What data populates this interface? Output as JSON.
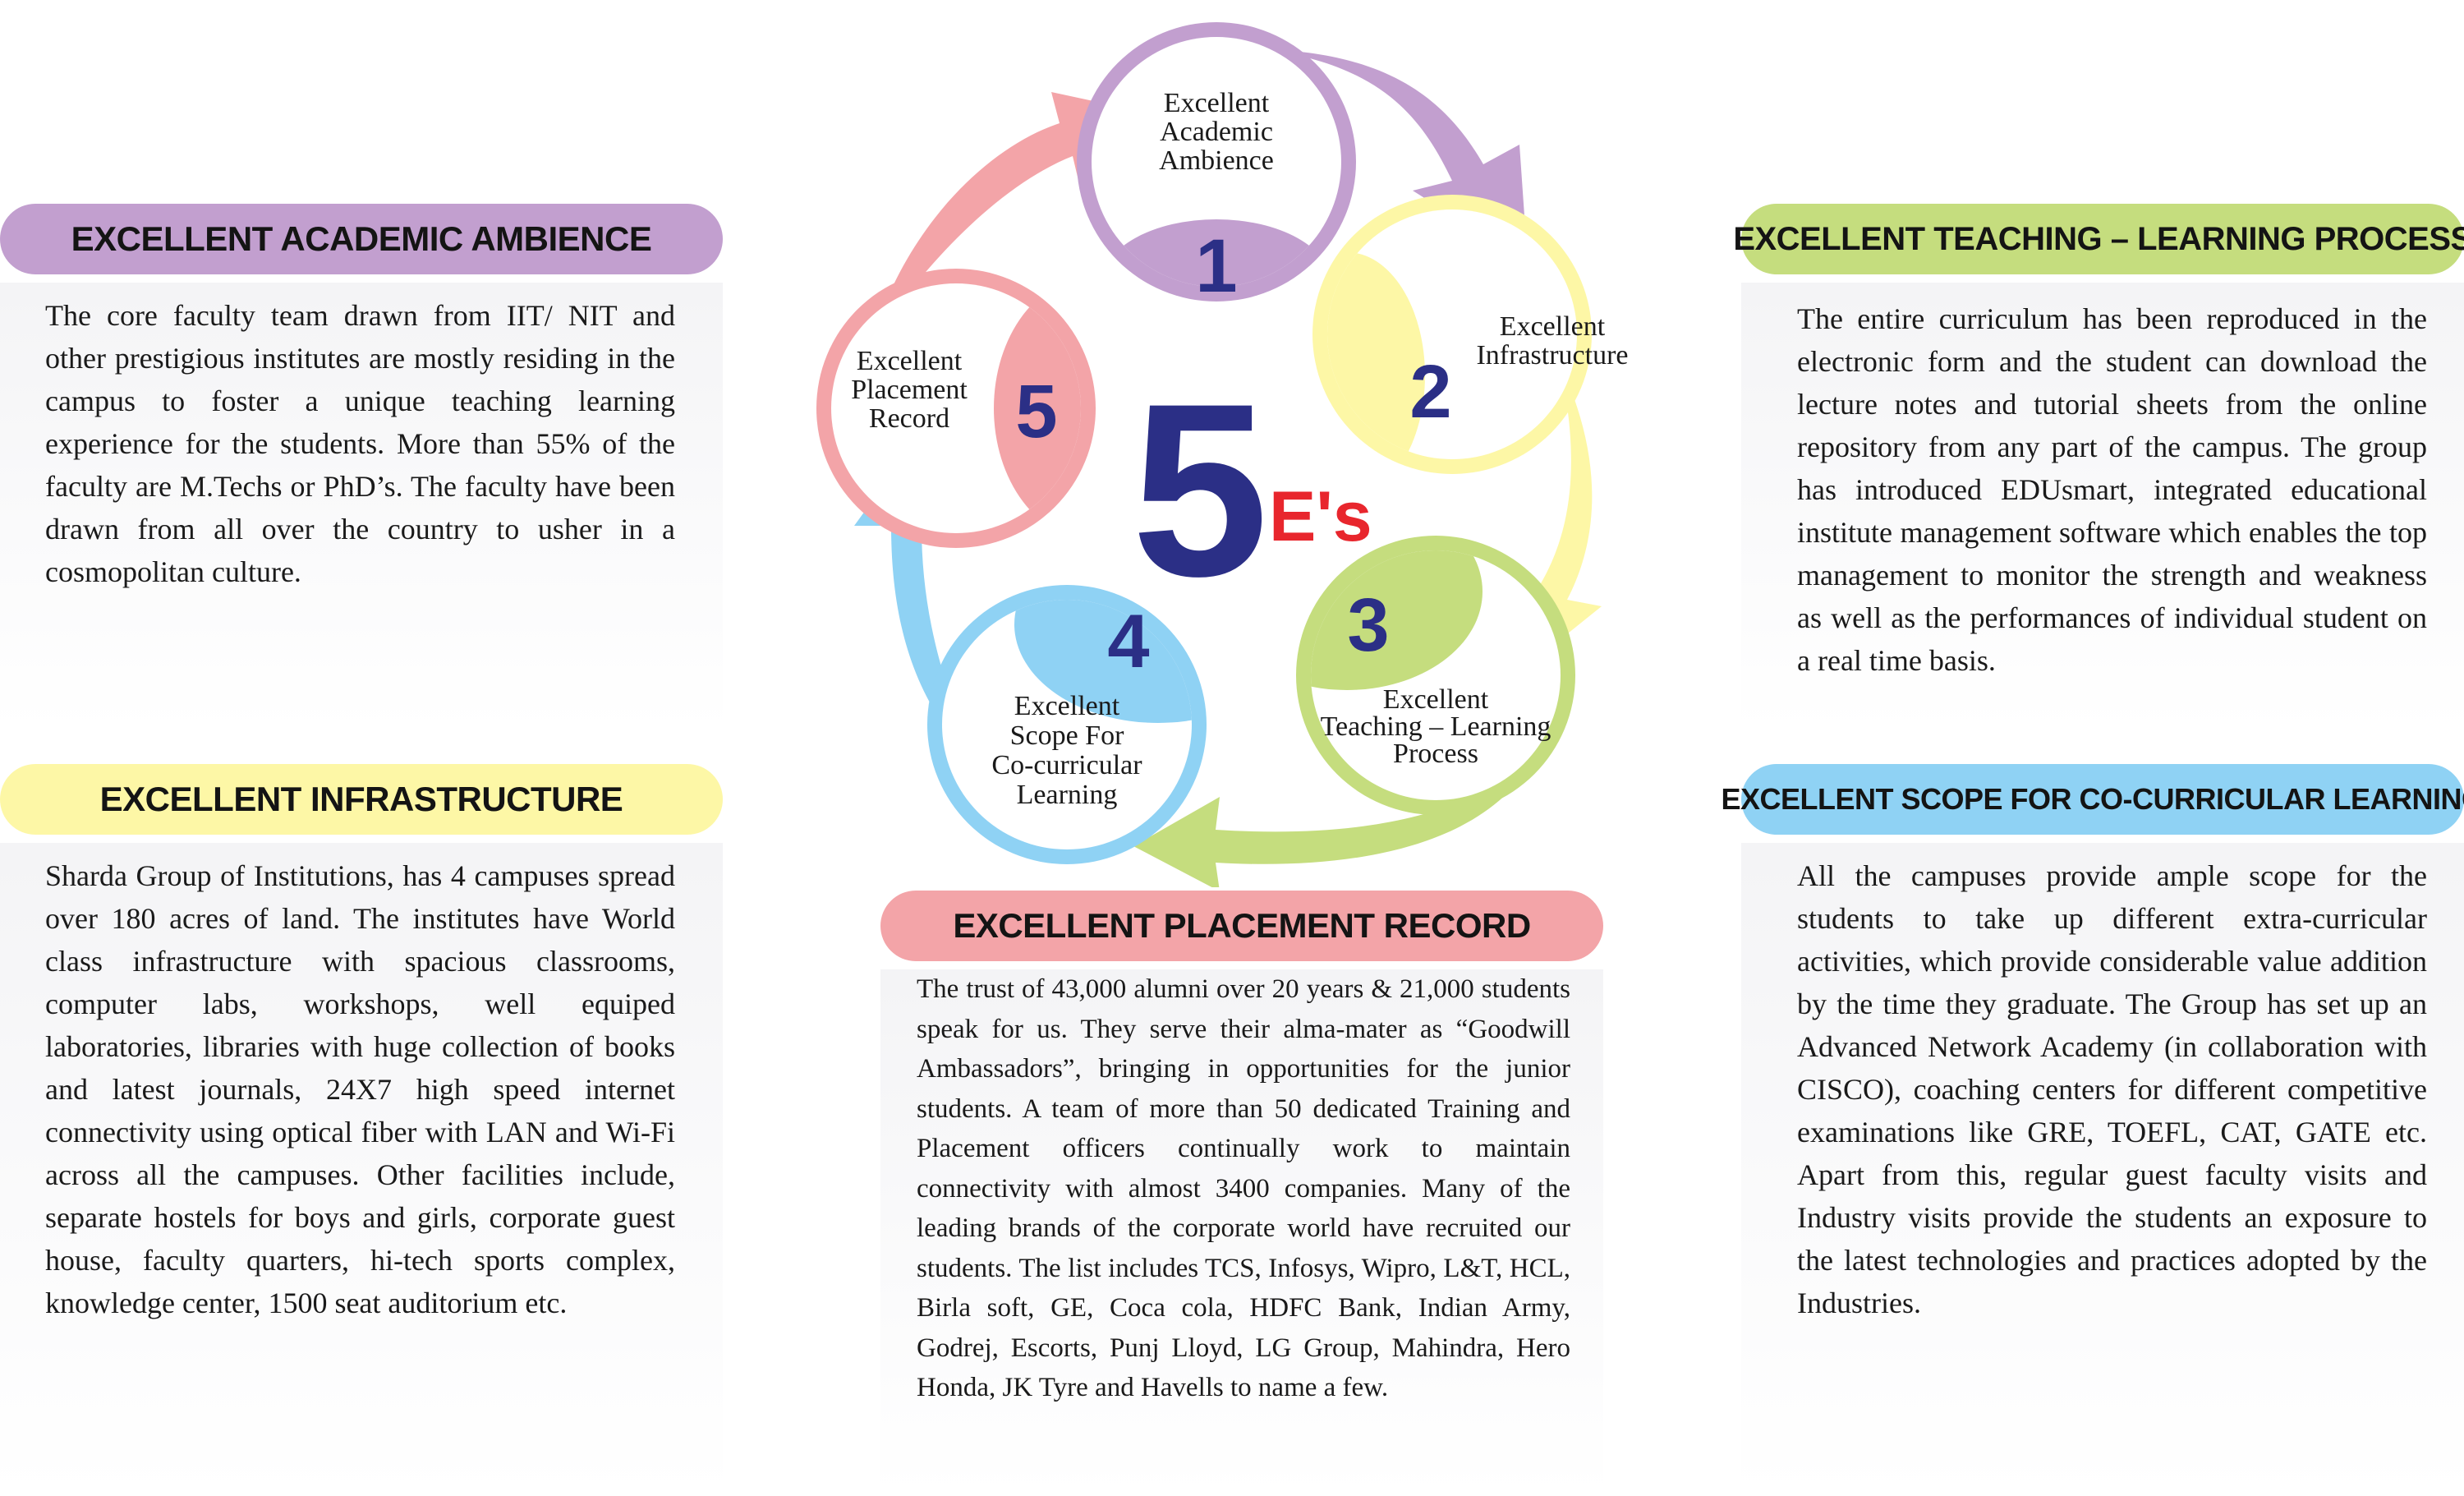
{
  "colors": {
    "purple": "#c29fcf",
    "yellow": "#fdf7a6",
    "green": "#c5dd7e",
    "blue": "#8fd2f4",
    "pink": "#f3a4a8",
    "number": "#2b2f86",
    "red": "#e8262d"
  },
  "diagram": {
    "center_number": "5",
    "center_suffix": "E's",
    "nodes": [
      {
        "number": "1",
        "lines": [
          "Excellent",
          "Academic",
          "Ambience"
        ]
      },
      {
        "number": "2",
        "lines": [
          "Excellent",
          "Infrastructure"
        ]
      },
      {
        "number": "3",
        "lines": [
          "Excellent",
          "Teaching – Learning",
          "Process"
        ]
      },
      {
        "number": "4",
        "lines": [
          "Excellent",
          "Scope For",
          "Co-curricular",
          "Learning"
        ]
      },
      {
        "number": "5",
        "lines": [
          "Excellent",
          "Placement",
          "Record"
        ]
      }
    ]
  },
  "panels": {
    "academic": {
      "title": "EXCELLENT ACADEMIC AMBIENCE",
      "text": "The core faculty team drawn from IIT/ NIT and other prestigious institutes are mostly residing in the campus to foster a unique teaching learning experience for the students. More than 55% of the faculty are M.Techs or PhD’s. The faculty have been drawn from all over the country to usher in a cosmopolitan culture."
    },
    "infrastructure": {
      "title": "EXCELLENT INFRASTRUCTURE",
      "text": "Sharda Group of Institutions, has 4 campuses spread over 180 acres of land. The institutes have World class infrastructure with spacious classrooms, computer labs, workshops, well equiped laboratories, libraries with huge collection of books and latest journals, 24X7 high speed internet connectivity using optical fiber with LAN and Wi-Fi across all the campuses. Other facilities include, separate hostels for boys and girls, corporate guest house, faculty quarters, hi-tech sports complex, knowledge center, 1500 seat auditorium etc."
    },
    "teaching": {
      "title": "EXCELLENT TEACHING – LEARNING PROCESS",
      "text": "The entire curriculum has been reproduced in the electronic form and the student can download the lecture notes and tutorial sheets from the online repository from any part of the campus. The group has introduced EDUsmart, integrated educational institute management software which enables the top management to monitor the strength and weakness as well as the performances of individual student on a real time basis."
    },
    "cocurricular": {
      "title": "EXCELLENT SCOPE FOR CO-CURRICULAR LEARNING",
      "text": "All the campuses provide ample scope for the students to take up different extra-curricular activities, which provide considerable value addition by the time they graduate. The Group has set up an Advanced Network Academy (in collaboration with CISCO), coaching centers for different competitive examinations like GRE, TOEFL, CAT, GATE etc. Apart from this, regular guest faculty visits and Industry visits provide the students an exposure to the latest technologies and practices adopted by the Industries."
    },
    "placement": {
      "title": "EXCELLENT PLACEMENT RECORD",
      "text": "The trust of 43,000 alumni over 20 years & 21,000 students speak for us. They serve their alma-mater as “Goodwill Ambassadors”, bringing in opportunities for the junior students. A team of more than 50 dedicated Training and Placement officers continually work to maintain connectivity with almost 3400 companies. Many of the leading brands of the corporate world have recruited our students. The list includes TCS, Infosys, Wipro, L&T, HCL, Birla soft, GE, Coca cola, HDFC Bank, Indian Army, Godrej, Escorts, Punj Lloyd, LG Group, Mahindra, Hero Honda, JK Tyre and Havells to name a few."
    }
  }
}
